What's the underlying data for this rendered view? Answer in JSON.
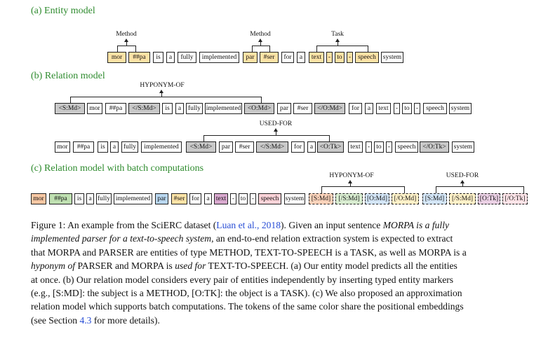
{
  "sections": {
    "a": "(a) Entity model",
    "b": "(b) Relation model",
    "c": "(c) Relation model with batch computations"
  },
  "entity_row": {
    "tokens": [
      "mor",
      "##pa",
      "is",
      "a",
      "fully",
      "implemented",
      "par",
      "#ser",
      "for",
      "a",
      "text",
      "-",
      "to",
      "-",
      "speech",
      "system"
    ],
    "labels": [
      "Method",
      "Method",
      "Task"
    ]
  },
  "relation_row1": {
    "label": "HYPONYM-OF",
    "tokens": [
      "<S:Md>",
      "mor",
      "##pa",
      "</S:Md>",
      "is",
      "a",
      "fully",
      "implemented",
      "<O:Md>",
      "par",
      "#ser",
      "</O:Md>",
      "for",
      "a",
      "text",
      "-",
      "to",
      "-",
      "speech",
      "system"
    ]
  },
  "relation_row2": {
    "label": "USED-FOR",
    "tokens": [
      "mor",
      "##pa",
      "is",
      "a",
      "fully",
      "implemented",
      "<S:Md>",
      "par",
      "#ser",
      "</S:Md>",
      "for",
      "a",
      "<O:Tk>",
      "text",
      "-",
      "to",
      "-",
      "speech",
      "</O:Tk>",
      "system"
    ]
  },
  "batch_row": {
    "tokens": [
      "mor",
      "##pa",
      "is",
      "a",
      "fully",
      "implemented",
      "par",
      "#ser",
      "for",
      "a",
      "text",
      "-",
      "to",
      "-",
      "speech",
      "system"
    ],
    "label_hyponym": "HYPONYM-OF",
    "label_usedfor": "USED-FOR",
    "markers_hyponym": [
      "[S:Md]",
      "[/S:Md]",
      "[O:Md]",
      "[/O:Md]"
    ],
    "markers_usedfor": [
      "[S:Md]",
      "[/S:Md]",
      "[O:Tk]",
      "[/O:Tk]"
    ]
  },
  "caption": {
    "l1a": "Figure 1:  An example from the SciERC dataset (",
    "l1cite": "Luan et al., 2018",
    "l1b": ").  Given an input sentence ",
    "l1c": "MORPA is a fully",
    "l2a": "implemented parser for a text-to-speech system",
    "l2b": ", an end-to-end relation extraction system is expected to extract",
    "l3": "that MORPA and PARSER are entities of type METHOD, TEXT-TO-SPEECH is a TASK, as well as MORPA is a",
    "l4a": "hyponym of",
    "l4b": " PARSER and MORPA is ",
    "l4c": "used for",
    "l4d": " TEXT-TO-SPEECH.  (a) Our entity model predicts all the entities",
    "l5": "at once.  (b) Our relation model considers every pair of entities independently by inserting typed entity markers",
    "l6": "(e.g., [S:MD]: the subject is a METHOD, [O:TK]: the object is a TASK). (c) We also proposed an approximation",
    "l7": "relation model which supports batch computations. The tokens of the same color share the positional embeddings",
    "l8a": "(see Section ",
    "l8cite": "4.3",
    "l8b": " for more details)."
  }
}
